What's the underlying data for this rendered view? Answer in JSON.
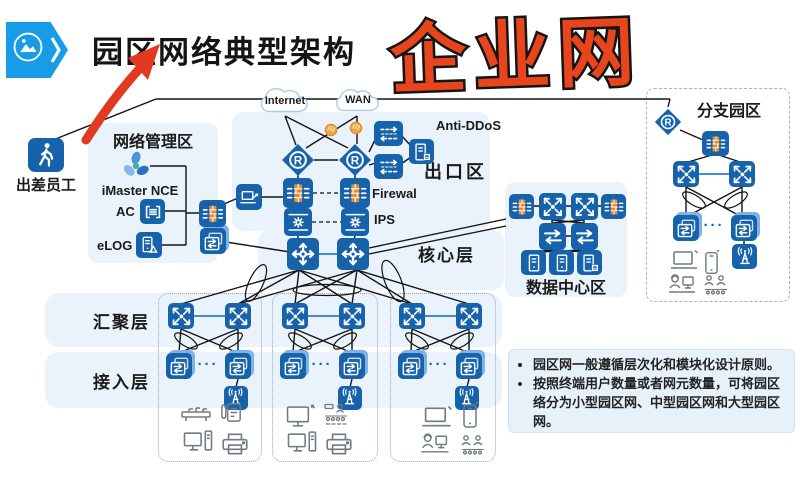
{
  "header": {
    "title": "园区网络典型架构",
    "stamp": "企业网"
  },
  "diagram": {
    "traveler": "出差员工",
    "mgmt": {
      "zone": "网络管理区",
      "imaster": "iMaster NCE",
      "ac": "AC",
      "elog": "eLOG"
    },
    "exit": {
      "zone": "出口区",
      "internet": "Internet",
      "wan": "WAN",
      "antiddos": "Anti-DDoS",
      "firewall": "Firewal",
      "ips": "IPS"
    },
    "core": {
      "zone": "核心层"
    },
    "dc": {
      "zone": "数据中心区"
    },
    "branch": {
      "zone": "分支园区"
    },
    "agg": {
      "zone": "汇聚层"
    },
    "access": {
      "zone": "接入层"
    },
    "dots": "···"
  },
  "notes": {
    "bullet1": "园区网一般遵循层次化和模块化设计原则。",
    "bullet2": "按照终端用户数量或者网元数量，可将园区络分为小型园区网、中型园区网和大型园区网。"
  },
  "icons": {
    "badge": "picture-icon",
    "traveler": "walking-person-icon",
    "imaster": "propeller-icon",
    "router": "router-icon",
    "firewall": "firewall-icon",
    "switch_core": "core-switch-icon",
    "switch_agg": "aggregation-switch-icon",
    "switch_access": "access-switch-icon",
    "ap": "wireless-ap-icon",
    "server": "server-icon"
  },
  "colors": {
    "icon_blue": "#1663AC",
    "badge_blue": "#189CE8",
    "zone_fill": "#EAF3FB",
    "orange": "#ED8A2E",
    "stamp_red": "#E8451D",
    "arrow_red": "#E23A20"
  }
}
